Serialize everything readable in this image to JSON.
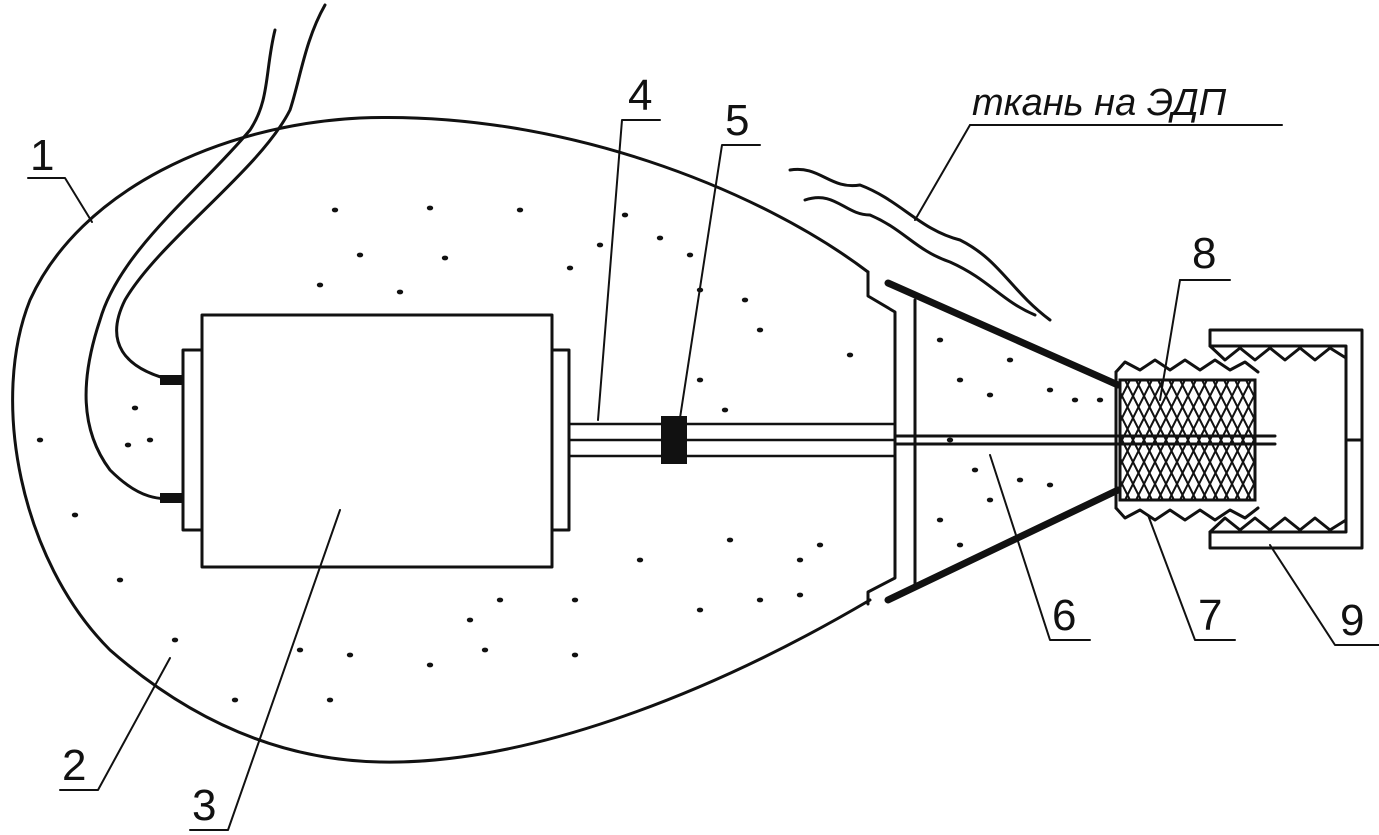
{
  "labels": {
    "l1": "1",
    "l2": "2",
    "l3": "3",
    "l4": "4",
    "l5": "5",
    "l6": "6",
    "l7": "7",
    "l8": "8",
    "l9": "9"
  },
  "annotation": "ткань на ЭДП"
}
